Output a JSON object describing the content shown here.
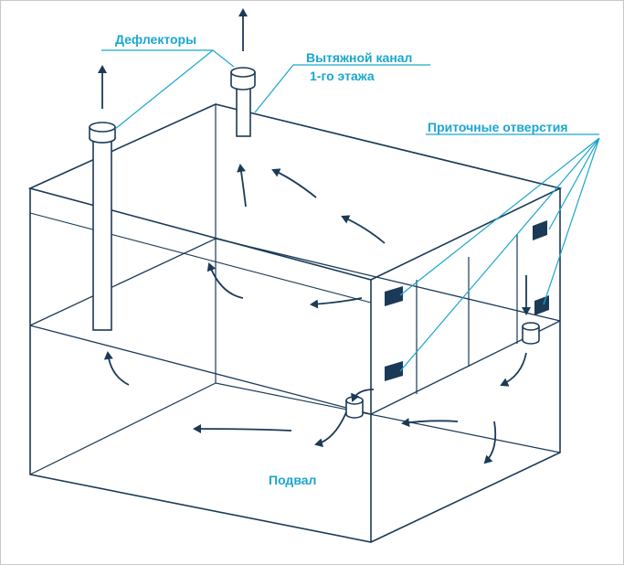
{
  "labels": {
    "deflectors": "Дефлекторы",
    "exhaust_line1": "Вытяжной канал",
    "exhaust_line2": "1-го этажа",
    "inlets": "Приточные отверстия",
    "basement": "Подвал"
  },
  "colors": {
    "line": "#1b3a57",
    "label": "#1aa6cf"
  }
}
